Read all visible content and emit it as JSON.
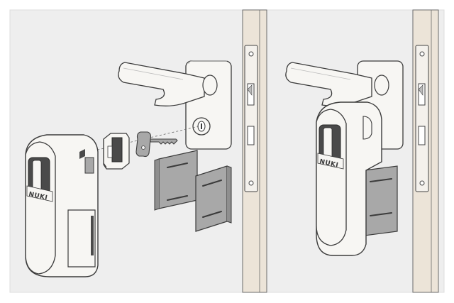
{
  "illustration": {
    "background_color": "#eeeeee",
    "frame_color": "#dddddd",
    "line_color": "#3b3b3b",
    "part_fill": "#f7f6f3",
    "metal_fill": "#a8a8a8",
    "door_frame_fill": "#ece4d8"
  },
  "exploded_view": {
    "parts": [
      "lever-handle",
      "lock-cylinder",
      "key",
      "adapter-cap",
      "mounting-bracket-back",
      "mounting-bracket-front",
      "smart-lock-unit"
    ],
    "smart_lock_brand": "NUKI"
  },
  "assembled_view": {
    "parts": [
      "lever-handle",
      "smart-lock-unit",
      "mounting-bracket"
    ],
    "smart_lock_brand": "NUKI"
  }
}
